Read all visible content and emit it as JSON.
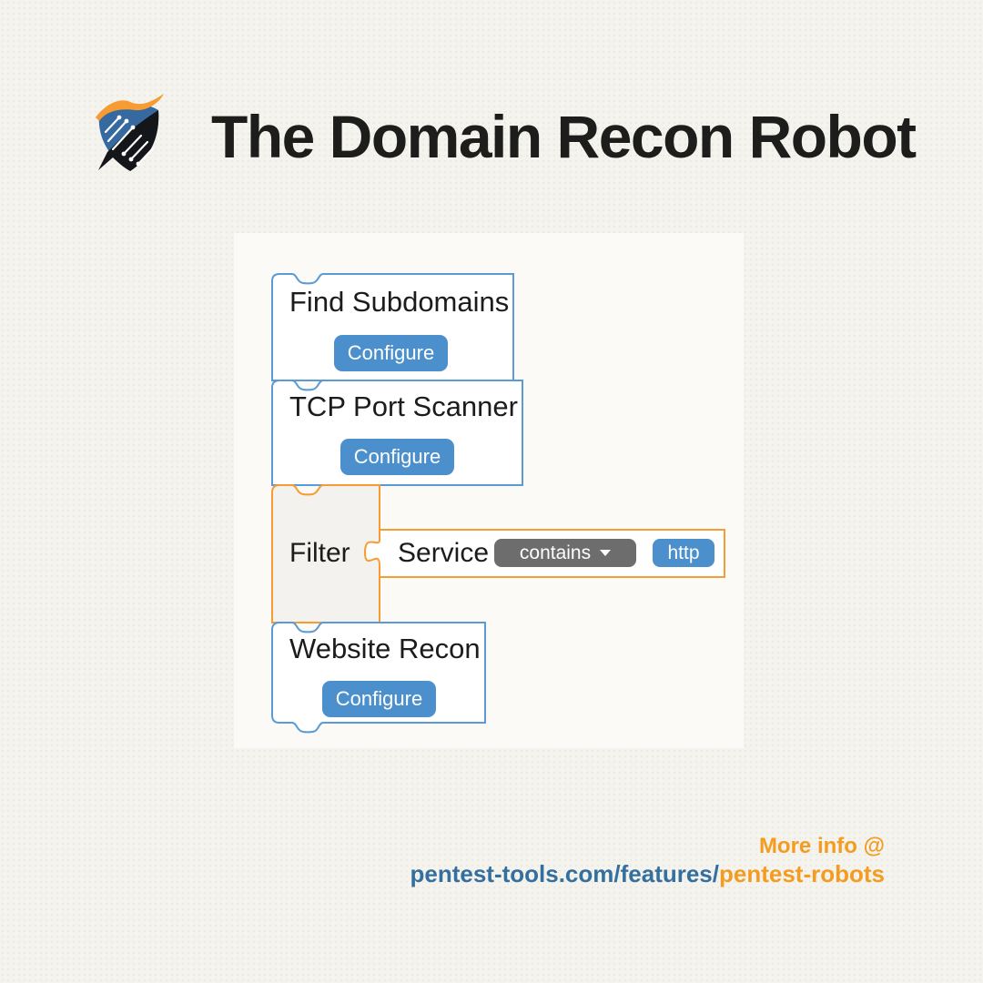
{
  "header": {
    "title": "The Domain Recon Robot",
    "logo": "pentest-tools-shield-logo"
  },
  "colors": {
    "block_border_blue": "#5b9bd5",
    "block_border_orange": "#f79b33",
    "button_blue": "#4b90cc",
    "operator_gray": "#6d6d6d",
    "brand_orange": "#f39c1f",
    "brand_blue": "#356f9f"
  },
  "workflow": {
    "blocks": [
      {
        "id": "find-subdomains",
        "label": "Find Subdomains",
        "button": "Configure"
      },
      {
        "id": "tcp-port-scanner",
        "label": "TCP Port Scanner",
        "button": "Configure"
      },
      {
        "id": "filter",
        "label": "Filter",
        "condition": {
          "field": "Service",
          "operator": "contains",
          "value": "http"
        }
      },
      {
        "id": "website-recon",
        "label": "Website Recon",
        "button": "Configure"
      }
    ]
  },
  "footer": {
    "more_info": "More info @",
    "url_base": "pentest-tools.com/features/",
    "url_highlight": "pentest-robots"
  }
}
